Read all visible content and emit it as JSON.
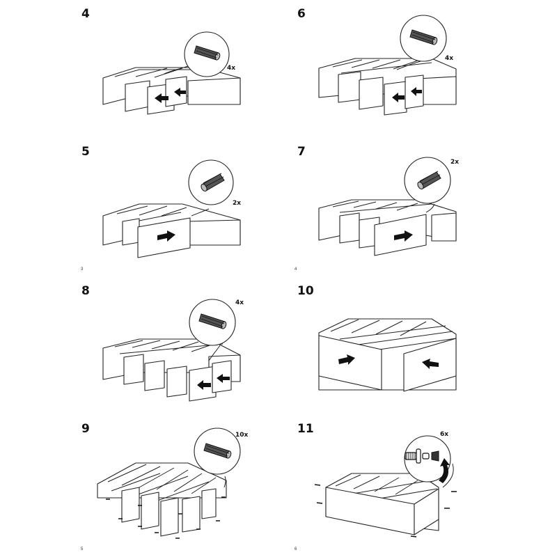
{
  "steps": {
    "s4": {
      "number": "4",
      "quantity": "4x",
      "part_icon": "dowel-icon"
    },
    "s5": {
      "number": "5",
      "quantity": "2x",
      "part_icon": "dowel-icon"
    },
    "s6": {
      "number": "6",
      "quantity": "4x",
      "part_icon": "dowel-icon"
    },
    "s7": {
      "number": "7",
      "quantity": "2x",
      "part_icon": "dowel-icon"
    },
    "s8": {
      "number": "8",
      "quantity": "4x",
      "part_icon": "dowel-icon"
    },
    "s9": {
      "number": "9",
      "quantity": "10x",
      "part_icon": "dowel-icon"
    },
    "s10": {
      "number": "10",
      "quantity": "",
      "part_icon": ""
    },
    "s11": {
      "number": "11",
      "quantity": "6x",
      "part_icon": "screw-icon"
    }
  },
  "pages": {
    "p3": "3",
    "p4": "4",
    "p5": "5",
    "p6": "6"
  },
  "colors": {
    "line": "#222222",
    "arrow": "#111111",
    "background": "#ffffff"
  }
}
